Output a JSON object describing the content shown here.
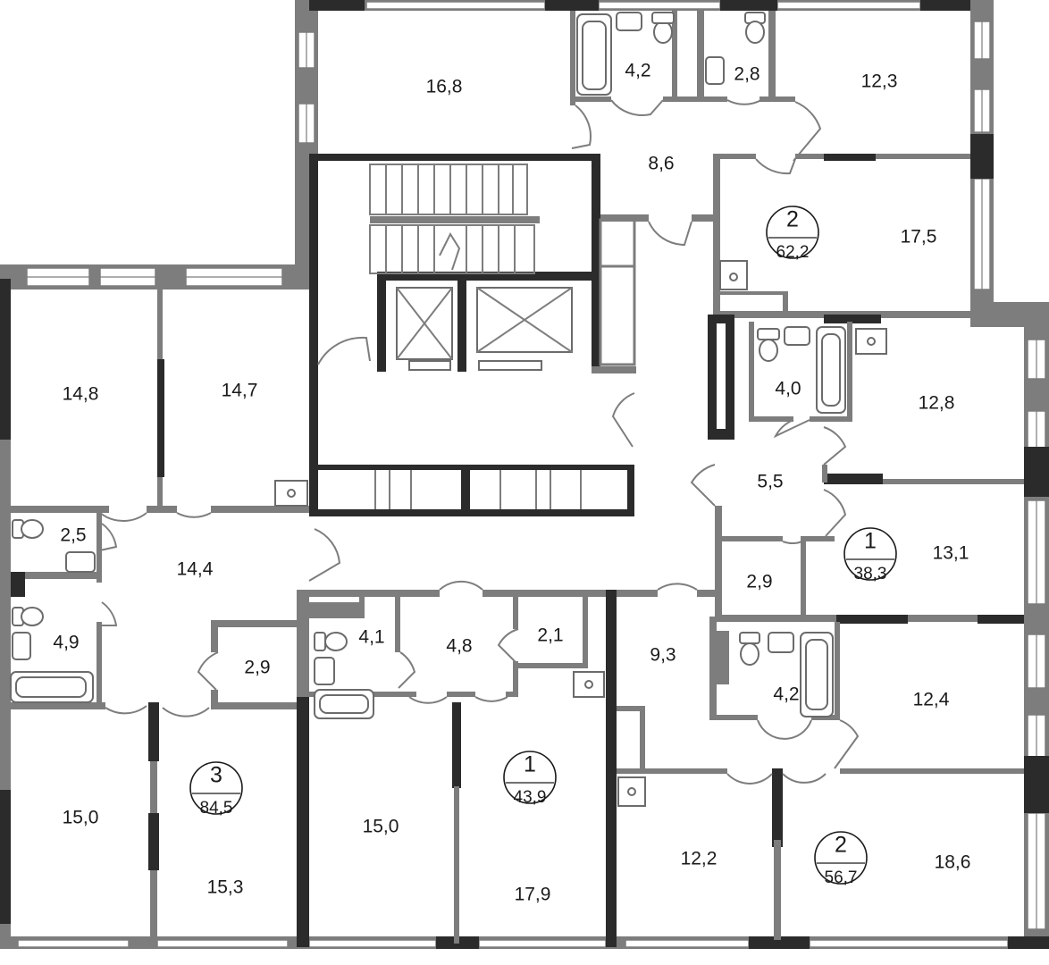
{
  "rooms": [
    {
      "id": "r1",
      "area": "16,8"
    },
    {
      "id": "r2",
      "area": "4,2"
    },
    {
      "id": "r3",
      "area": "2,8"
    },
    {
      "id": "r4",
      "area": "12,3"
    },
    {
      "id": "r5",
      "area": "8,6"
    },
    {
      "id": "r6",
      "area": "17,5"
    },
    {
      "id": "r7",
      "area": "14,8"
    },
    {
      "id": "r8",
      "area": "14,7"
    },
    {
      "id": "r9",
      "area": "4,0"
    },
    {
      "id": "r10",
      "area": "12,8"
    },
    {
      "id": "r11",
      "area": "5,5"
    },
    {
      "id": "r12",
      "area": "2,5"
    },
    {
      "id": "r13",
      "area": "14,4"
    },
    {
      "id": "r14",
      "area": "13,1"
    },
    {
      "id": "r15",
      "area": "2,9"
    },
    {
      "id": "r16",
      "area": "4,9"
    },
    {
      "id": "r17",
      "area": "2,9"
    },
    {
      "id": "r18",
      "area": "4,1"
    },
    {
      "id": "r19",
      "area": "4,8"
    },
    {
      "id": "r20",
      "area": "2,1"
    },
    {
      "id": "r21",
      "area": "9,3"
    },
    {
      "id": "r22",
      "area": "4,2"
    },
    {
      "id": "r23",
      "area": "12,4"
    },
    {
      "id": "r24",
      "area": "15,0"
    },
    {
      "id": "r25",
      "area": "15,3"
    },
    {
      "id": "r26",
      "area": "15,0"
    },
    {
      "id": "r27",
      "area": "17,9"
    },
    {
      "id": "r28",
      "area": "12,2"
    },
    {
      "id": "r29",
      "area": "18,6"
    }
  ],
  "apartments": [
    {
      "id": "a1",
      "rooms": "2",
      "area": "62,2"
    },
    {
      "id": "a2",
      "rooms": "1",
      "area": "38,3"
    },
    {
      "id": "a3",
      "rooms": "3",
      "area": "84,5"
    },
    {
      "id": "a4",
      "rooms": "1",
      "area": "43,9"
    },
    {
      "id": "a5",
      "rooms": "2",
      "area": "56,7"
    }
  ]
}
